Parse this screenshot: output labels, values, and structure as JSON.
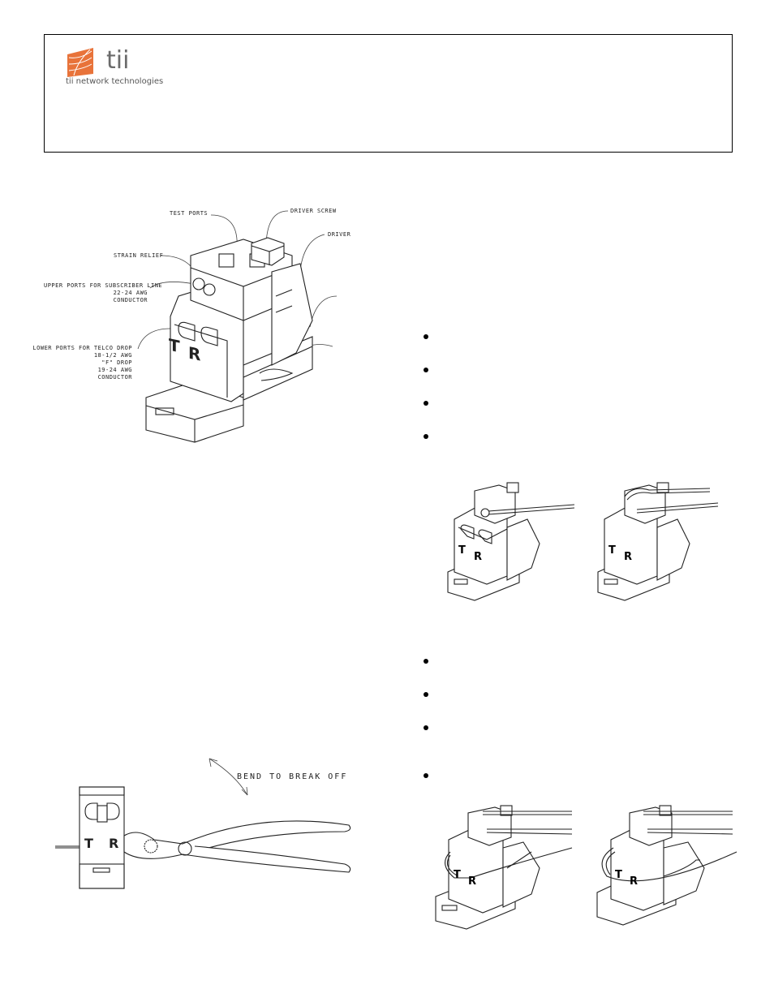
{
  "header": {
    "logo_word": "tii",
    "logo_subtitle": "tii network technologies"
  },
  "figure1": {
    "labels": {
      "test_ports": "TEST PORTS",
      "driver_screw": "DRIVER SCREW",
      "driver": "DRIVER",
      "strain_relief": "STRAIN RELIEF",
      "upper_ports_1": "UPPER PORTS FOR SUBSCRIBER LINE",
      "upper_ports_2": "22-24 AWG",
      "upper_ports_3": "CONDUCTOR",
      "lower_ports_1": "LOWER PORTS FOR TELCO DROP",
      "lower_ports_2": "18-1/2 AWG",
      "lower_ports_3": "\"F\" DROP",
      "lower_ports_4": "19-24 AWG",
      "lower_ports_5": "CONDUCTOR"
    },
    "tip_letter": "T",
    "ring_letter": "R"
  },
  "figure_pliers": {
    "instruction": "BEND TO BREAK OFF",
    "tip_letter": "T",
    "ring_letter": "R"
  },
  "bullets_top_count": 4,
  "bullets_bottom_count": 4
}
